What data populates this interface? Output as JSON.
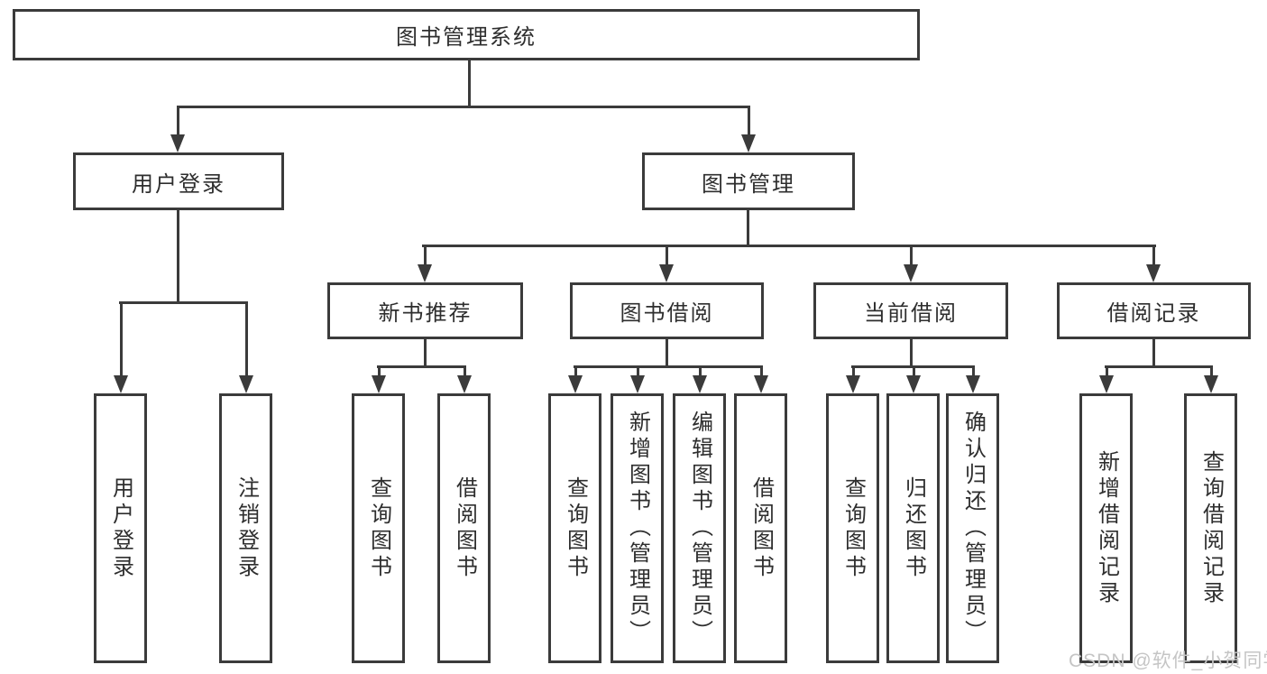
{
  "diagram": {
    "root": {
      "label": "图书管理系统"
    },
    "user_login": {
      "label": "用户登录",
      "children": [
        "用户登录",
        "注销登录"
      ]
    },
    "book_mgmt": {
      "label": "图书管理",
      "branches": [
        {
          "label": "新书推荐",
          "children": [
            "查询图书",
            "借阅图书"
          ]
        },
        {
          "label": "图书借阅",
          "children": [
            "查询图书",
            "新增图书（管理员）",
            "编辑图书（管理员）",
            "借阅图书"
          ]
        },
        {
          "label": "当前借阅",
          "children": [
            "查询图书",
            "归还图书",
            "确认归还（管理员）"
          ]
        },
        {
          "label": "借阅记录",
          "children": [
            "新增借阅记录",
            "查询借阅记录"
          ]
        }
      ]
    }
  },
  "watermark": {
    "text": "CSDN @软件_小贺同学"
  },
  "colors": {
    "line": "#3b3b3b",
    "text": "#2e2e2e",
    "background": "#ffffff",
    "watermark": "#c5c5c5"
  }
}
